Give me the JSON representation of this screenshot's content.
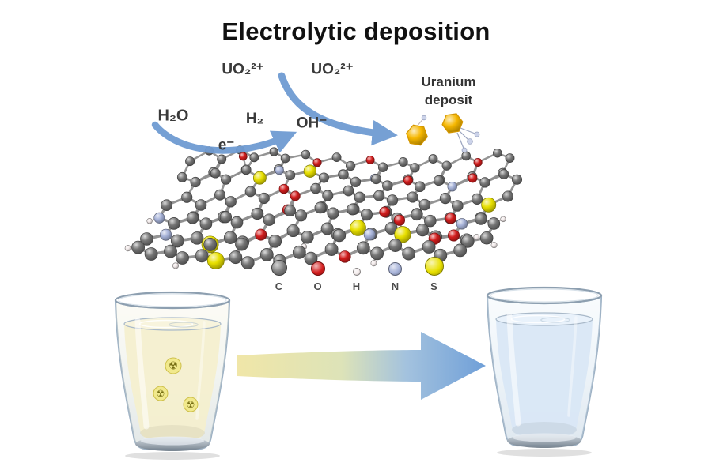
{
  "title": "Electrolytic deposition",
  "labels": {
    "uo2_left": "UO₂²⁺",
    "uo2_right": "UO₂²⁺",
    "uranium_line1": "Uranium",
    "uranium_line2": "deposit",
    "h2o": "H₂O",
    "h2": "H₂",
    "oh": "OH⁻",
    "electron": "e⁻"
  },
  "legend": {
    "items": [
      {
        "symbol": "C",
        "color": "#757575",
        "diameter": 18
      },
      {
        "symbol": "O",
        "color": "#d31d1d",
        "diameter": 16
      },
      {
        "symbol": "H",
        "color": "#f3ebeb",
        "diameter": 8
      },
      {
        "symbol": "N",
        "color": "#a6b2d8",
        "diameter": 15
      },
      {
        "symbol": "S",
        "color": "#e8e000",
        "diameter": 22
      }
    ]
  },
  "colors": {
    "title_text": "#111111",
    "label_text": "#3a3a3a",
    "swoosh_arrow": "#6f9bd2",
    "big_arrow_start": "#f0e6a8",
    "big_arrow_end": "#6f9fd8",
    "bond": "#8f8f8f",
    "uranium_deposit": "#f6b700",
    "water_contaminated": "#f4efcf",
    "water_contaminated_surface": "#f8f4dd",
    "water_clean": "#d9e7f5",
    "water_clean_surface": "#e9f2fb",
    "glass_outline": "#9db1c4",
    "radiation_symbol": "#756d12"
  }
}
